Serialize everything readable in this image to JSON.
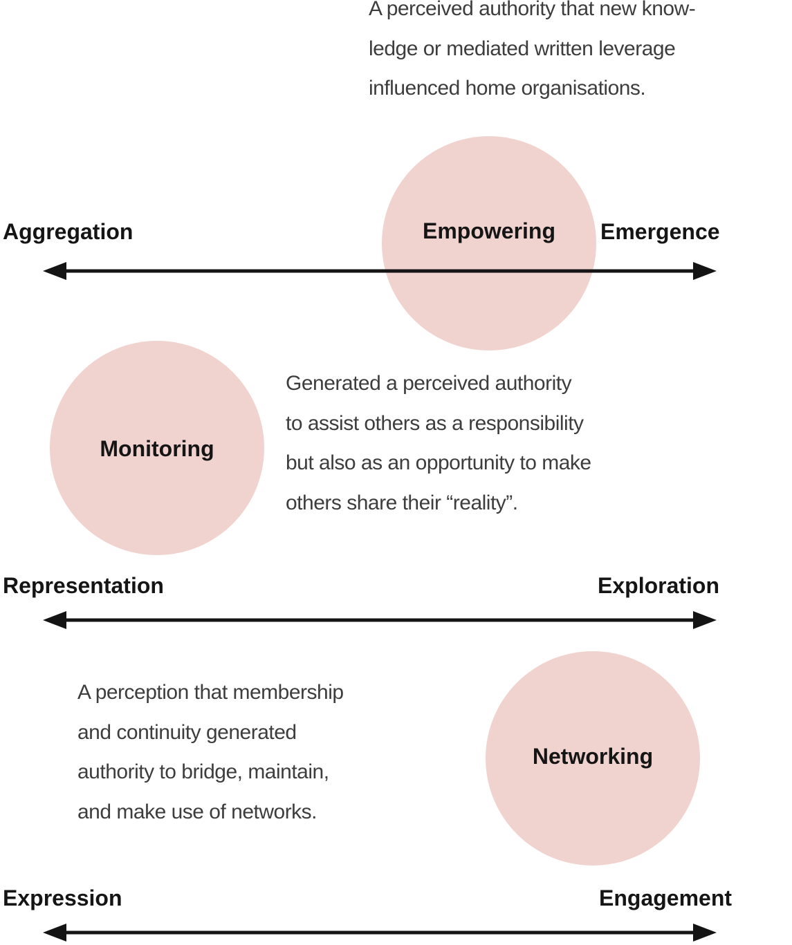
{
  "colors": {
    "background": "#ffffff",
    "circle_fill": "#f0d3cf",
    "label_text": "#151515",
    "description_text": "#3d3d3d",
    "arrow": "#141414"
  },
  "descriptions": {
    "empowering": {
      "lines": [
        "A perceived authority that new know-",
        "ledge or mediated written leverage",
        "influenced home organisations."
      ]
    },
    "monitoring": {
      "lines": [
        "Generated a perceived authority",
        "to assist others as a responsibility",
        "but also as an opportunity to make",
        "others share their “reality”."
      ]
    },
    "networking": {
      "lines": [
        "A perception that membership",
        "and continuity generated",
        "authority to bridge, maintain,",
        "and make use of networks."
      ]
    }
  },
  "axes": [
    {
      "left_label": "Aggregation",
      "right_label": "Emergence",
      "circle_label": "Empowering"
    },
    {
      "left_label": "Representation",
      "right_label": "Exploration",
      "circle_label": "Monitoring"
    },
    {
      "left_label": "Expression",
      "right_label": "Engagement",
      "circle_label": "Networking"
    }
  ]
}
